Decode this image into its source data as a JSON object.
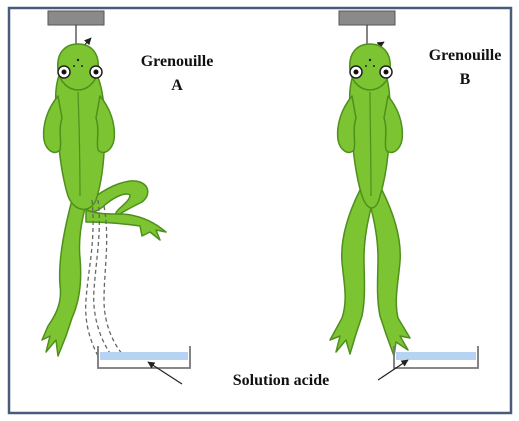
{
  "labels": {
    "frog_a_line1": "Grenouille",
    "frog_a_line2": "A",
    "frog_b_line1": "Grenouille",
    "frog_b_line2": "B",
    "solution": "Solution acide"
  },
  "colors": {
    "frame": "#4a5a7a",
    "frog_fill": "#7cc431",
    "frog_outline": "#4f8f1c",
    "support": "#8a8a8a",
    "dish_line": "#777777",
    "acid_liquid": "#b7d3f2",
    "trace_dash": "#666666"
  },
  "icons": {
    "support_a": "hanging-support-icon",
    "support_b": "hanging-support-icon",
    "frog_a": "frog-flexed-leg-icon",
    "frog_b": "frog-hanging-icon",
    "dish_a": "acid-dish-icon",
    "dish_b": "acid-dish-icon"
  }
}
